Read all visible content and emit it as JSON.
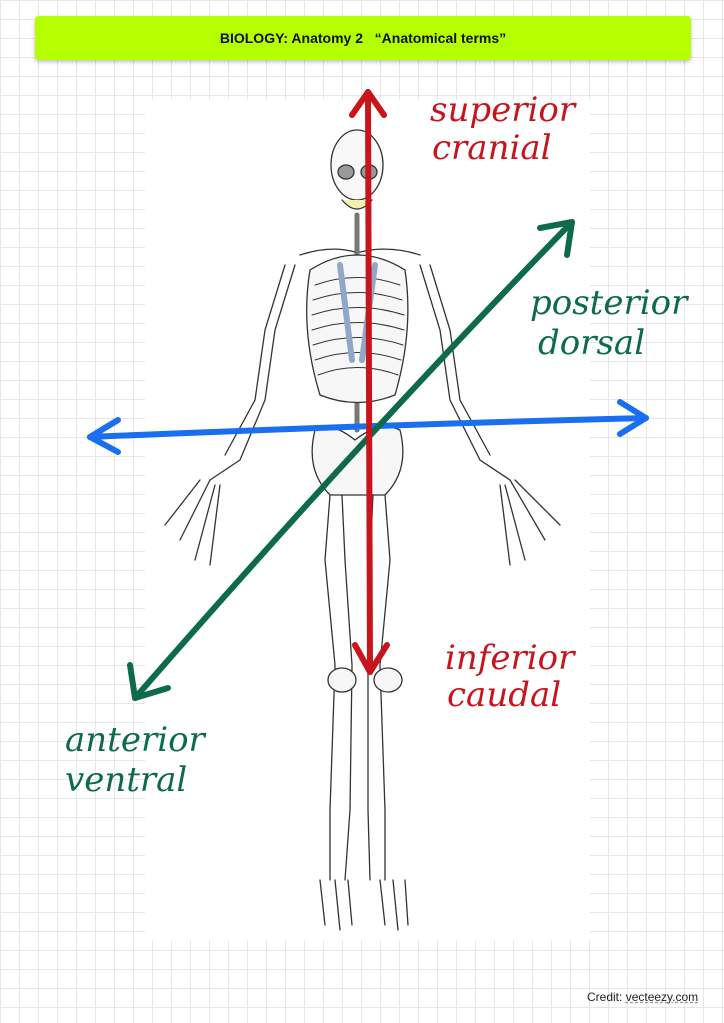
{
  "header": {
    "title": "BIOLOGY: Anatomy 2   “Anatomical terms”"
  },
  "labels": {
    "superior": "superior",
    "cranial": "cranial",
    "posterior": "posterior",
    "dorsal": "dorsal",
    "inferior": "inferior",
    "caudal": "caudal",
    "anterior": "anterior",
    "ventral": "ventral"
  },
  "credit": {
    "prefix": "Credit:",
    "source": "vecteezy.com"
  },
  "colors": {
    "header": "#b4ff00",
    "superior_inferior": "#c8141c",
    "anterior_posterior": "#0e6a4c",
    "lateral": "#1a6ff0"
  }
}
